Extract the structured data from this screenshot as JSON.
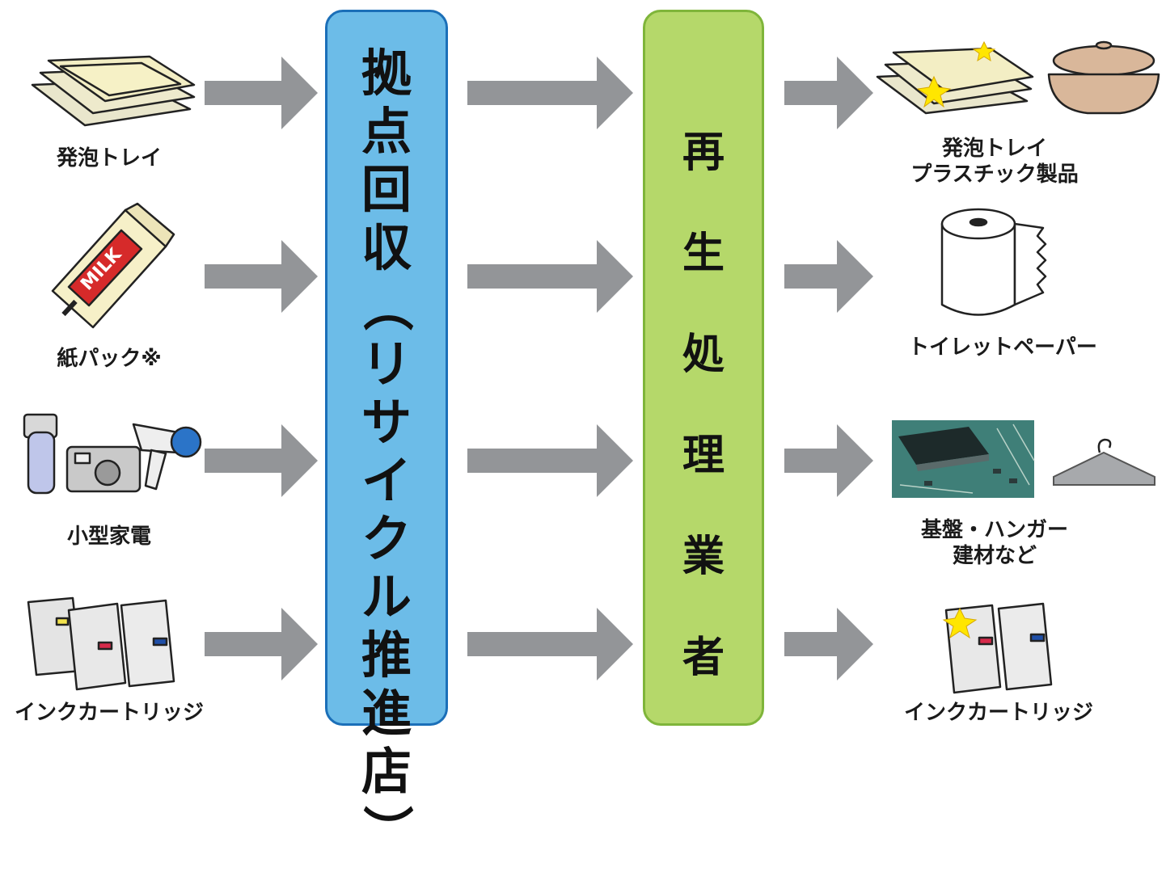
{
  "left_items": [
    {
      "label": "発泡トレイ"
    },
    {
      "label": "紙パック※"
    },
    {
      "label": "小型家電"
    },
    {
      "label": "インクカートリッジ"
    }
  ],
  "center_box": {
    "chars": [
      "拠",
      "点",
      "回",
      "収",
      "（",
      "リ",
      "サ",
      "イ",
      "ク",
      "ル",
      "推",
      "進",
      "店",
      "）"
    ],
    "color": "#6cbce8",
    "border_color": "#1b6fb8"
  },
  "processor_box": {
    "chars": [
      "再",
      "生",
      "処",
      "理",
      "業",
      "者"
    ],
    "color": "#b5d86a",
    "border_color": "#7fb53a"
  },
  "right_items": [
    {
      "label_line1": "発泡トレイ",
      "label_line2": "プラスチック製品"
    },
    {
      "label_line1": "トイレットペーパー",
      "label_line2": ""
    },
    {
      "label_line1": "基盤・ハンガー",
      "label_line2": "建材など"
    },
    {
      "label_line1": "インクカートリッジ",
      "label_line2": ""
    }
  ],
  "milk_text": "MILK",
  "arrow_color": "#939598"
}
